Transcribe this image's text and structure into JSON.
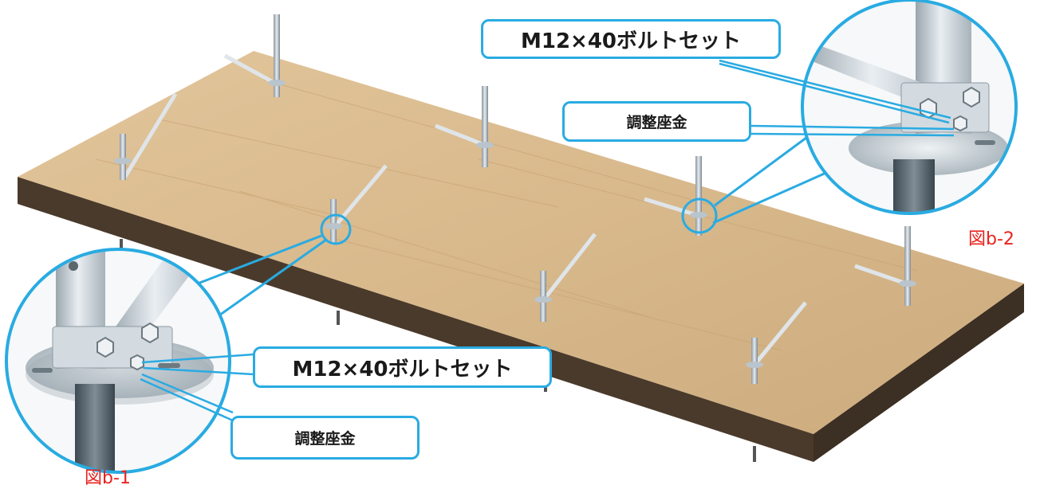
{
  "callouts": {
    "b2_bolt": "M12×40ボルトセット",
    "b2_washer": "調整座金",
    "b1_bolt": "M12×40ボルトセット",
    "b1_washer": "調整座金"
  },
  "figures": {
    "b1": "図b-1",
    "b2": "図b-2"
  },
  "colors": {
    "accent": "#29abe2",
    "label_red": "#e8231f",
    "board_top": "#d9b98e",
    "board_edge": "#4a3a2b",
    "metal": "#b9c4cc"
  }
}
